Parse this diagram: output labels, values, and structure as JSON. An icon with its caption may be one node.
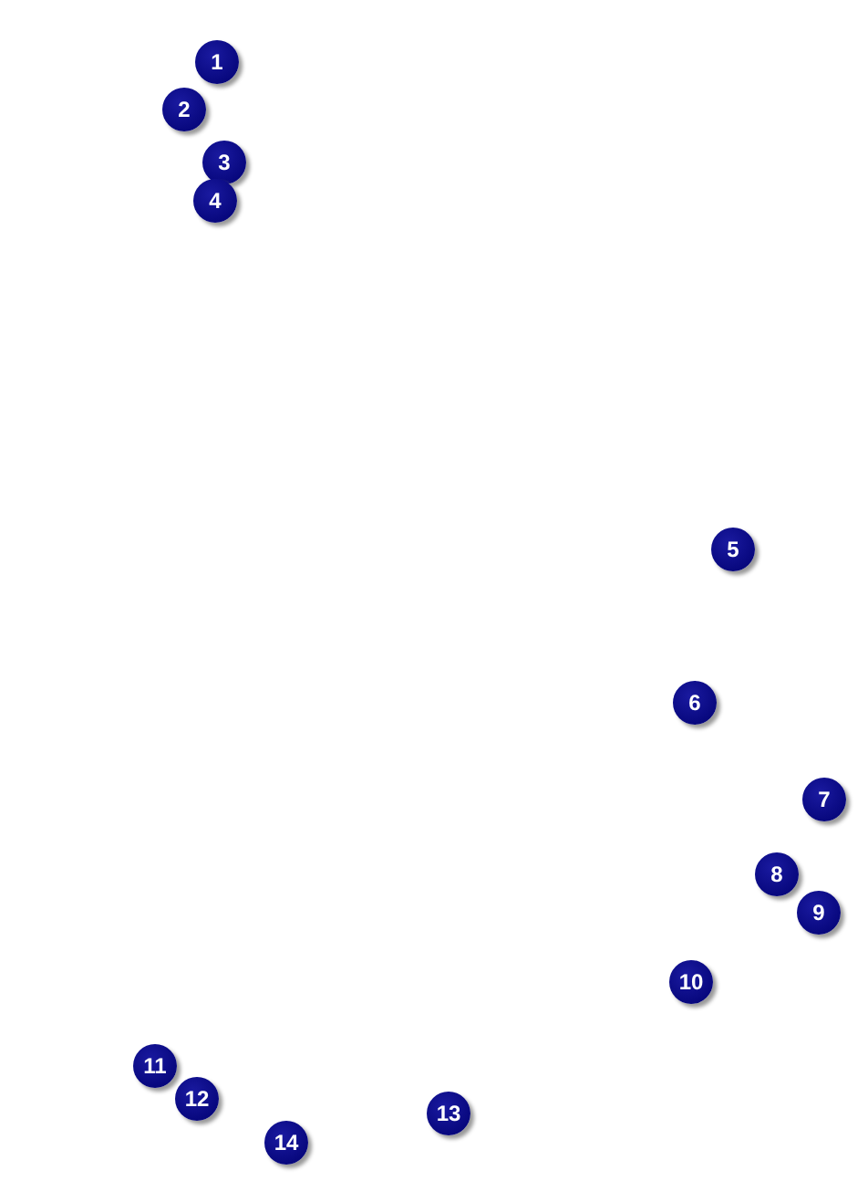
{
  "diagram": {
    "labels": [
      "1",
      "2",
      "3",
      "4",
      "5",
      "6",
      "7",
      "8",
      "9",
      "10",
      "11",
      "12",
      "13",
      "14"
    ]
  }
}
